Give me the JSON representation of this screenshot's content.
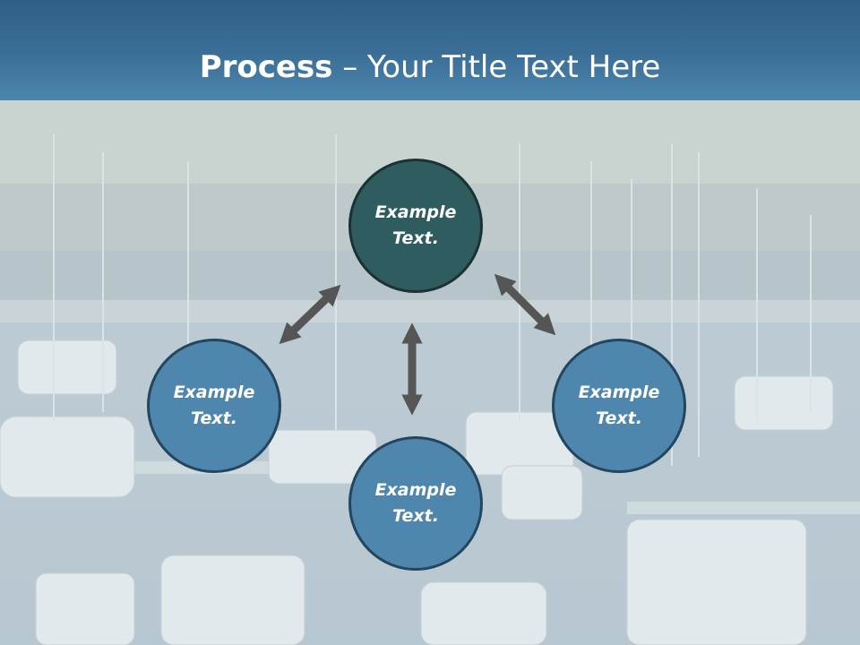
{
  "title": {
    "bold": "Process",
    "rest": " – Your Title Text Here"
  },
  "nodes": [
    {
      "id": "top",
      "text": "Example\nText."
    },
    {
      "id": "left",
      "text": "Example\nText."
    },
    {
      "id": "right",
      "text": "Example\nText."
    },
    {
      "id": "bottom",
      "text": "Example\nText."
    }
  ],
  "colors": {
    "title_bar": "#3b6f97",
    "node_dark": "#2f5c5e",
    "node_blue": "#4f86ae",
    "arrow": "#555555"
  }
}
